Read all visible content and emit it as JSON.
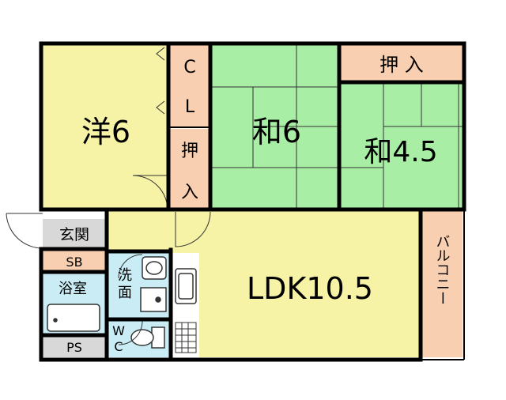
{
  "floor_plan": {
    "rooms": {
      "western_room": {
        "label": "洋6",
        "fill": "#f7f3a6"
      },
      "japanese_room_6": {
        "label": "和6",
        "fill": "#a8eea4"
      },
      "japanese_room_45": {
        "label": "和4.5",
        "fill": "#a8eea4"
      },
      "ldk": {
        "label": "LDK10.5",
        "fill": "#f7f3a6"
      },
      "closet": {
        "label_top": "C",
        "label_bottom": "L",
        "fill": "#f8cfb0"
      },
      "oshiire_center": {
        "label_top": "押",
        "label_bottom": "入",
        "fill": "#f8cfb0"
      },
      "oshiire_right": {
        "label": "押 入",
        "fill": "#f8cfb0"
      },
      "entrance": {
        "label": "玄関",
        "fill": "#d8d8d8"
      },
      "shoe_box": {
        "label": "SB",
        "fill": "#f8cfb0"
      },
      "bathroom": {
        "label": "浴室",
        "fill": "#c9ecf5"
      },
      "washroom": {
        "label_top": "洗",
        "label_bottom": "面",
        "fill": "#c9ecf5"
      },
      "toilet": {
        "label_top": "W",
        "label_bottom": "C",
        "fill": "#c9ecf5"
      },
      "pipe_space": {
        "label": "PS",
        "fill": "#d8d8d8"
      },
      "balcony": {
        "label": "バルコニー",
        "fill": "#f8cfb0"
      }
    },
    "colors": {
      "wall": "#000000",
      "thin_line": "#333333"
    }
  }
}
